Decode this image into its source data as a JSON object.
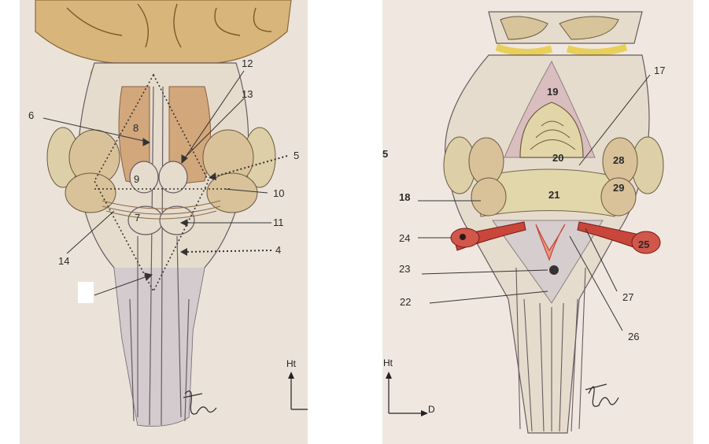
{
  "left_figure": {
    "labels": {
      "l4": "4",
      "l5": "5",
      "l6": "6",
      "l7": "7",
      "l8": "8",
      "l9": "9",
      "l10": "10",
      "l11": "11",
      "l12": "12",
      "l13": "13",
      "l14": "14"
    },
    "axis": {
      "up": "Ht"
    }
  },
  "right_figure": {
    "labels": {
      "l5": "5",
      "l17": "17",
      "l18": "18",
      "l19": "19",
      "l20": "20",
      "l21": "21",
      "l22": "22",
      "l23": "23",
      "l24": "24",
      "l25": "25",
      "l26": "26",
      "l27": "27",
      "l28": "28",
      "l29": "29"
    },
    "axis": {
      "up": "Ht",
      "right": "D"
    }
  },
  "colors": {
    "paper_left": "#ebe3da",
    "paper_right": "#f0e8e0",
    "tissue_tan": "#d9c29a",
    "tissue_light": "#e6dccd",
    "yellow_band": "#e8cf5a",
    "medulla_grey": "#cfc7cf",
    "fossa_pink": "#d6b0b8",
    "vessel_red": "#c8463a",
    "pencil": "#6a5a60"
  }
}
